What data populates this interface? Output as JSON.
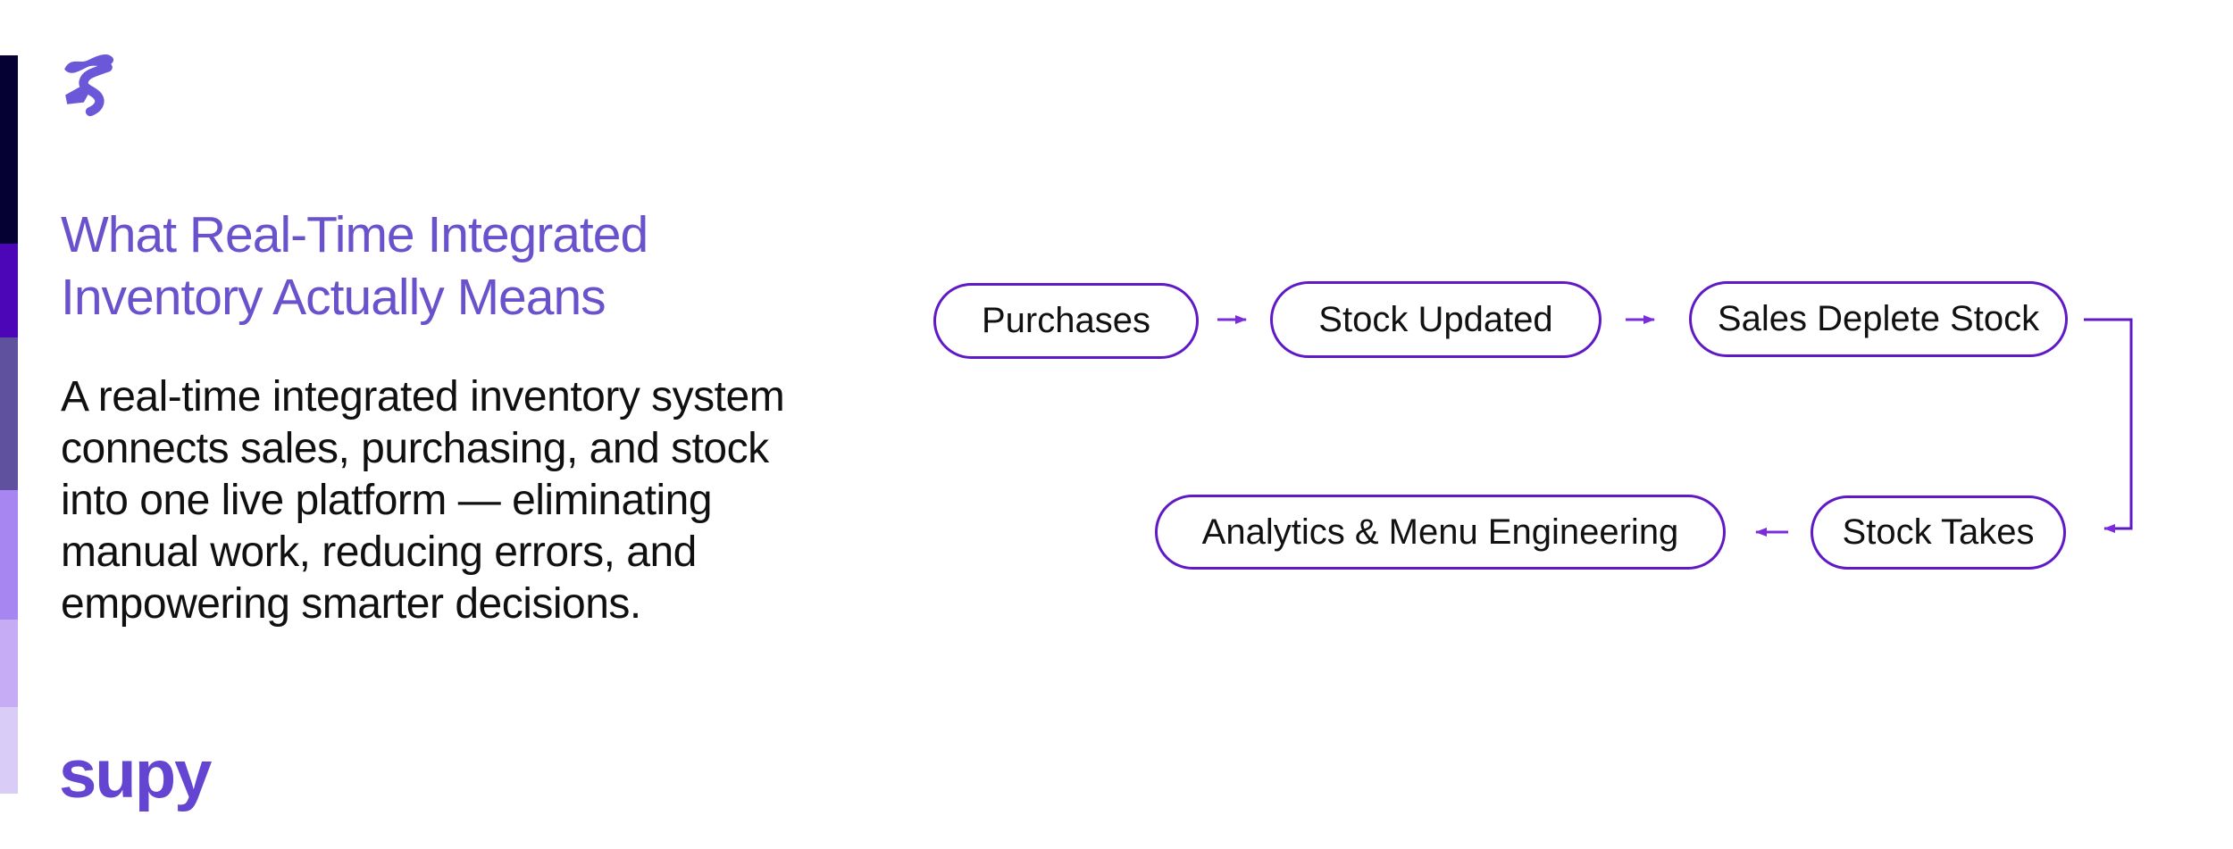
{
  "theme": {
    "background": "#ffffff",
    "accent_stroke": "#6019c6",
    "arrow_color": "#7a2ed8",
    "heading_color": "#6a52cc",
    "logo_color": "#6a58d8",
    "wordmark_color": "#6345d2",
    "body_text_color": "#101010",
    "bar_colors": [
      "#050233",
      "#4c06b8",
      "#60519f",
      "#a886f2",
      "#c5acf4",
      "#d9ccf7"
    ]
  },
  "brand": {
    "logo_icon": "supy-glyph",
    "wordmark": "supy"
  },
  "heading": {
    "lines": [
      "What Real-Time Integrated",
      "Inventory Actually Means"
    ]
  },
  "paragraph": {
    "lines": [
      "A real-time integrated inventory system",
      "connects sales, purchasing, and stock",
      "into one live platform — eliminating",
      "manual work, reducing errors, and",
      "empowering smarter decisions."
    ]
  },
  "flow": {
    "nodes": [
      {
        "id": "purchases",
        "label": "Purchases"
      },
      {
        "id": "stock-updated",
        "label": "Stock Updated"
      },
      {
        "id": "sales-deplete-stock",
        "label": "Sales Deplete Stock"
      },
      {
        "id": "analytics-menu-engineering",
        "label": "Analytics & Menu Engineering"
      },
      {
        "id": "stock-takes",
        "label": "Stock Takes"
      }
    ],
    "edges": [
      {
        "from": "Purchases",
        "to": "Stock Updated",
        "direction": "right"
      },
      {
        "from": "Stock Updated",
        "to": "Sales Deplete Stock",
        "direction": "right"
      },
      {
        "from": "Sales Deplete Stock",
        "to": "Stock Takes",
        "direction": "elbow-down-left"
      },
      {
        "from": "Stock Takes",
        "to": "Analytics & Menu Engineering",
        "direction": "left"
      }
    ]
  }
}
